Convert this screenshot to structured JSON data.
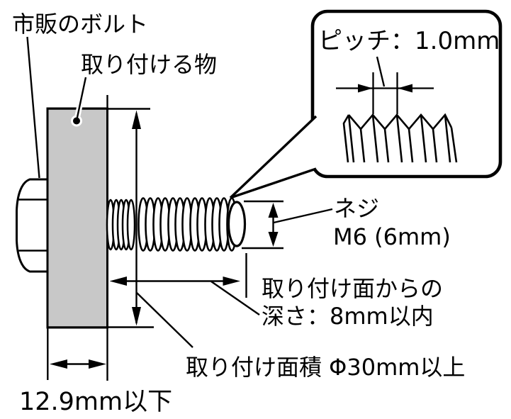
{
  "colors": {
    "line": "#000000",
    "plate_fill": "#c8c8c8",
    "background": "#ffffff"
  },
  "labels": {
    "bolt": "市販のボルト",
    "object": "取り付ける物",
    "pitch": "ピッチ：1.0mm",
    "screw": "ネジ",
    "screw_size": "M6 (6mm)",
    "depth1": "取り付け面からの",
    "depth2": "深さ：8mm以内",
    "area": "取り付け面積 Φ30mm以上",
    "width": "12.9mm以下"
  },
  "dimensions": {
    "thread_pitch": "1.0mm",
    "thread_size": "M6 (6mm)",
    "max_depth_from_surface": "8mm以内",
    "min_mount_area_diameter": "Φ30mm以上",
    "max_plate_thickness": "12.9mm以下"
  }
}
